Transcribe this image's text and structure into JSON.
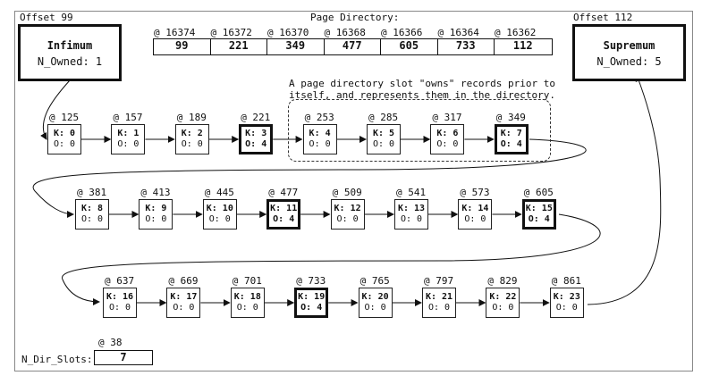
{
  "infimum": {
    "offset_label": "Offset 99",
    "name": "Infimum",
    "owned": "N_Owned: 1"
  },
  "supremum": {
    "offset_label": "Offset 112",
    "name": "Supremum",
    "owned": "N_Owned: 5"
  },
  "page_directory": {
    "title": "Page Directory:",
    "slots": [
      {
        "address": "@ 16374",
        "value": "99"
      },
      {
        "address": "@ 16372",
        "value": "221"
      },
      {
        "address": "@ 16370",
        "value": "349"
      },
      {
        "address": "@ 16368",
        "value": "477"
      },
      {
        "address": "@ 16366",
        "value": "605"
      },
      {
        "address": "@ 16364",
        "value": "733"
      },
      {
        "address": "@ 16362",
        "value": "112"
      }
    ]
  },
  "note": {
    "line1": "A page directory slot \"owns\" records prior to",
    "line2": "itself, and represents them in the directory."
  },
  "rows": [
    [
      {
        "addr": "@ 125",
        "key": "K: 0",
        "owned": "O: 0",
        "owner": false
      },
      {
        "addr": "@ 157",
        "key": "K: 1",
        "owned": "O: 0",
        "owner": false
      },
      {
        "addr": "@ 189",
        "key": "K: 2",
        "owned": "O: 0",
        "owner": false
      },
      {
        "addr": "@ 221",
        "key": "K: 3",
        "owned": "O: 4",
        "owner": true
      },
      {
        "addr": "@ 253",
        "key": "K: 4",
        "owned": "O: 0",
        "owner": false
      },
      {
        "addr": "@ 285",
        "key": "K: 5",
        "owned": "O: 0",
        "owner": false
      },
      {
        "addr": "@ 317",
        "key": "K: 6",
        "owned": "O: 0",
        "owner": false
      },
      {
        "addr": "@ 349",
        "key": "K: 7",
        "owned": "O: 4",
        "owner": true
      }
    ],
    [
      {
        "addr": "@ 381",
        "key": "K: 8",
        "owned": "O: 0",
        "owner": false
      },
      {
        "addr": "@ 413",
        "key": "K: 9",
        "owned": "O: 0",
        "owner": false
      },
      {
        "addr": "@ 445",
        "key": "K: 10",
        "owned": "O: 0",
        "owner": false
      },
      {
        "addr": "@ 477",
        "key": "K: 11",
        "owned": "O: 4",
        "owner": true
      },
      {
        "addr": "@ 509",
        "key": "K: 12",
        "owned": "O: 0",
        "owner": false
      },
      {
        "addr": "@ 541",
        "key": "K: 13",
        "owned": "O: 0",
        "owner": false
      },
      {
        "addr": "@ 573",
        "key": "K: 14",
        "owned": "O: 0",
        "owner": false
      },
      {
        "addr": "@ 605",
        "key": "K: 15",
        "owned": "O: 4",
        "owner": true
      }
    ],
    [
      {
        "addr": "@ 637",
        "key": "K: 16",
        "owned": "O: 0",
        "owner": false
      },
      {
        "addr": "@ 669",
        "key": "K: 17",
        "owned": "O: 0",
        "owner": false
      },
      {
        "addr": "@ 701",
        "key": "K: 18",
        "owned": "O: 0",
        "owner": false
      },
      {
        "addr": "@ 733",
        "key": "K: 19",
        "owned": "O: 4",
        "owner": true
      },
      {
        "addr": "@ 765",
        "key": "K: 20",
        "owned": "O: 0",
        "owner": false
      },
      {
        "addr": "@ 797",
        "key": "K: 21",
        "owned": "O: 0",
        "owner": false
      },
      {
        "addr": "@ 829",
        "key": "K: 22",
        "owned": "O: 0",
        "owner": false
      },
      {
        "addr": "@ 861",
        "key": "K: 23",
        "owned": "O: 0",
        "owner": false
      }
    ]
  ],
  "n_dir_slots": {
    "address": "@ 38",
    "label": "N_Dir_Slots:",
    "value": "7"
  }
}
